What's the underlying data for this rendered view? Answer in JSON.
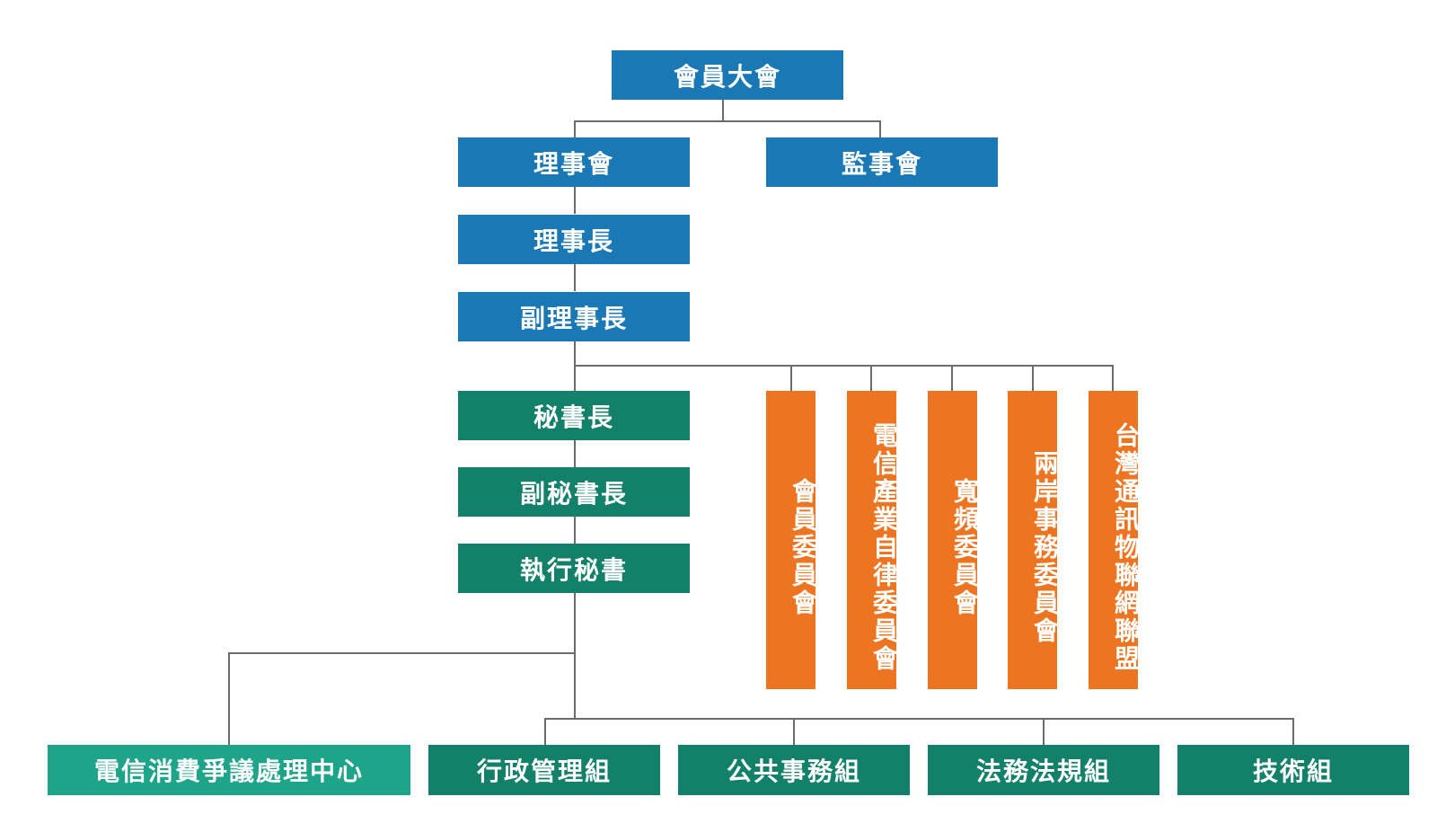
{
  "chart": {
    "general_assembly": "會員大會",
    "board_of_directors": "理事會",
    "board_of_supervisors": "監事會",
    "chairman": "理事長",
    "vice_chairman": "副理事長",
    "secretary_general": "秘書長",
    "deputy_secretary_general": "副秘書長",
    "executive_secretary": "執行秘書",
    "committees": [
      "會員委員會",
      "電信產業自律委員會",
      "寬頻委員會",
      "兩岸事務委員會",
      "台灣通訊物聯網聯盟"
    ],
    "dispute_center": "電信消費爭議處理中心",
    "groups": [
      "行政管理組",
      "公共事務組",
      "法務法規組",
      "技術組"
    ]
  },
  "colors": {
    "blue": "#1a78b4",
    "green": "#13806a",
    "teal": "#1ea488",
    "orange": "#ed7522",
    "line": "#6b6b6b"
  }
}
